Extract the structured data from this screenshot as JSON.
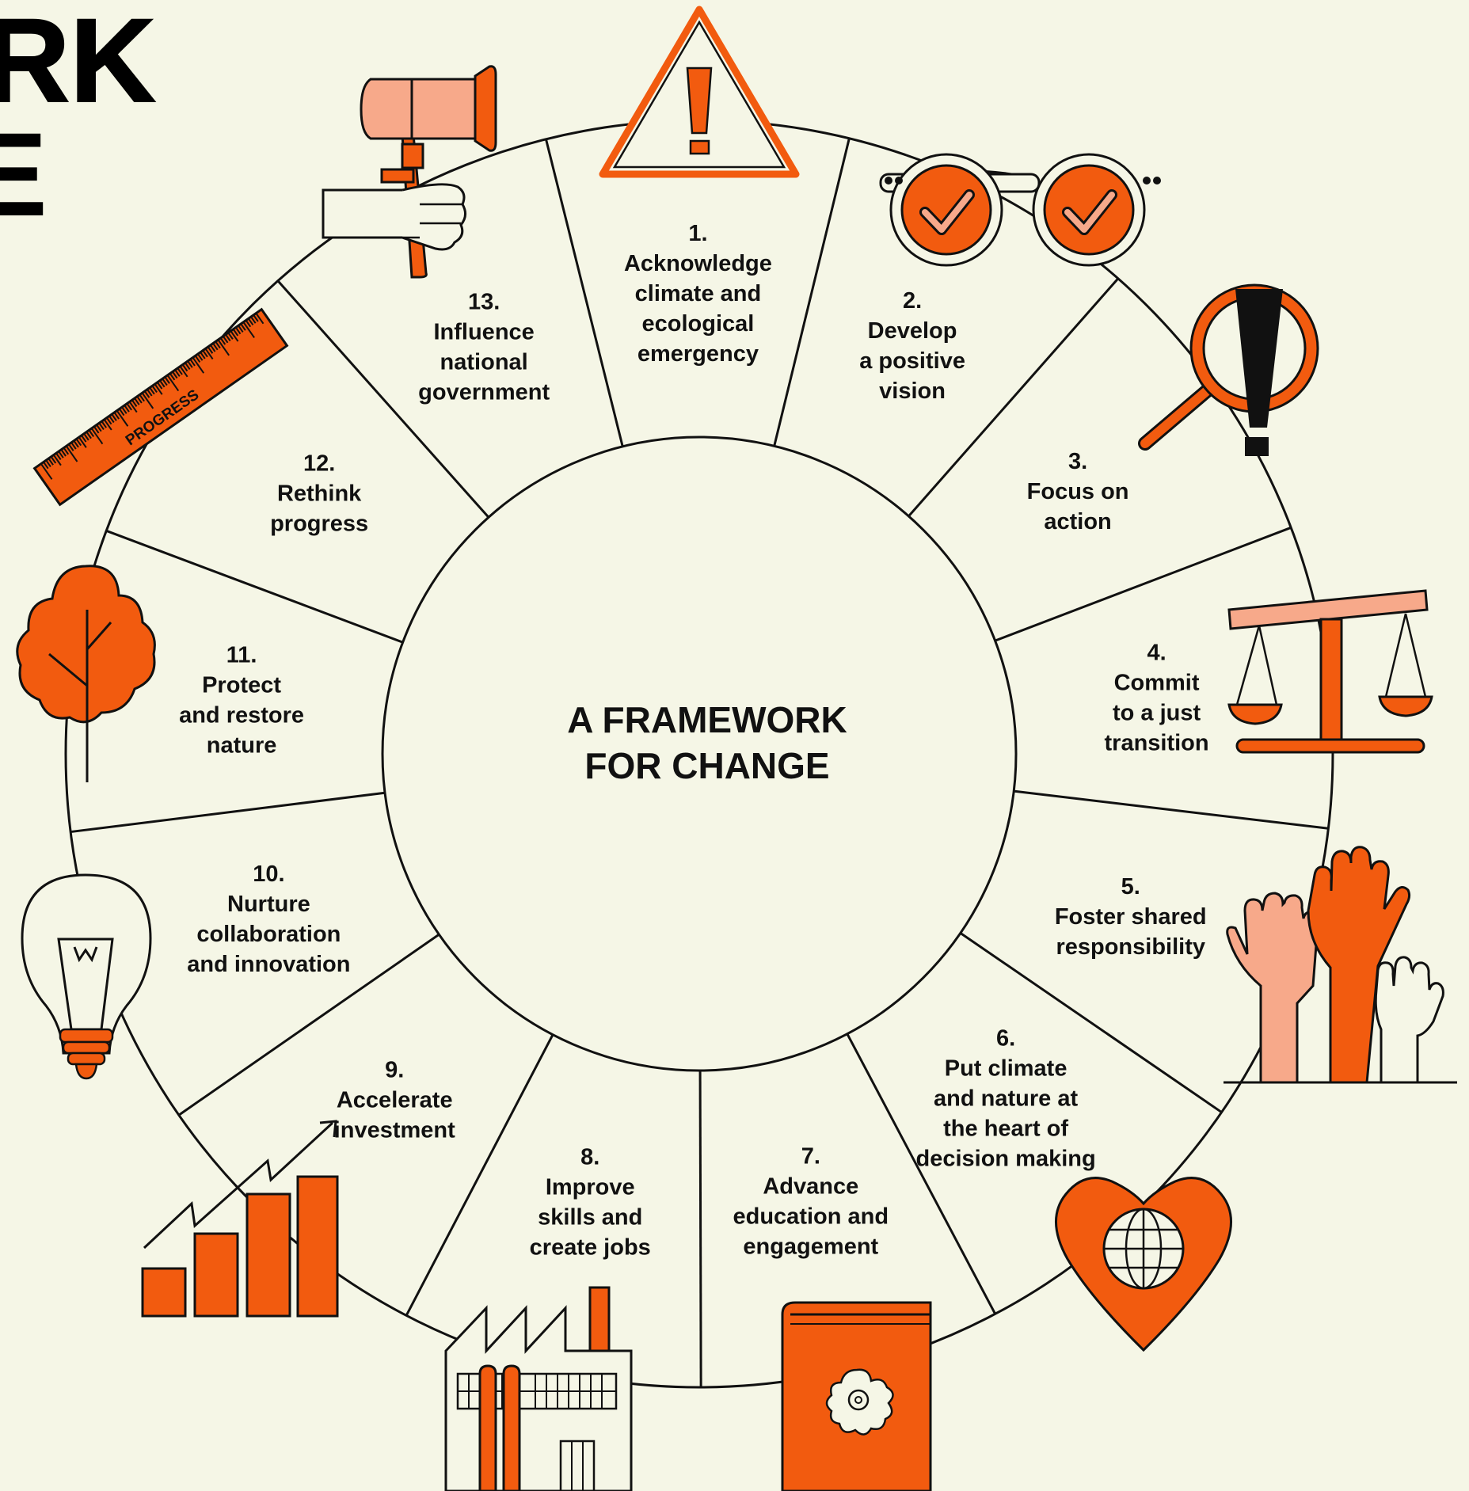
{
  "title_fragment": {
    "line1": "RK",
    "line2": "E"
  },
  "center": {
    "line1": "A FRAMEWORK",
    "line2": "FOR CHANGE"
  },
  "colors": {
    "background": "#f5f6e6",
    "accent": "#f25b0f",
    "accent_light": "#f7a98a",
    "ink": "#111111"
  },
  "segments": [
    {
      "num": "1.",
      "lines": [
        "Acknowledge",
        "climate and",
        "ecological",
        "emergency"
      ],
      "icon": "warning-triangle-icon"
    },
    {
      "num": "2.",
      "lines": [
        "Develop",
        "a positive",
        "vision"
      ],
      "icon": "glasses-icon"
    },
    {
      "num": "3.",
      "lines": [
        "Focus on",
        "action"
      ],
      "icon": "magnifier-icon"
    },
    {
      "num": "4.",
      "lines": [
        "Commit",
        "to a just",
        "transition"
      ],
      "icon": "scales-icon"
    },
    {
      "num": "5.",
      "lines": [
        "Foster shared",
        "responsibility"
      ],
      "icon": "raised-hands-icon"
    },
    {
      "num": "6.",
      "lines": [
        "Put climate",
        "and nature at",
        "the heart of",
        "decision making"
      ],
      "icon": "heart-globe-icon"
    },
    {
      "num": "7.",
      "lines": [
        "Advance",
        "education and",
        "engagement"
      ],
      "icon": "book-icon"
    },
    {
      "num": "8.",
      "lines": [
        "Improve",
        "skills and",
        "create jobs"
      ],
      "icon": "factory-icon"
    },
    {
      "num": "9.",
      "lines": [
        "Accelerate",
        "investment"
      ],
      "icon": "bar-chart-icon"
    },
    {
      "num": "10.",
      "lines": [
        "Nurture",
        "collaboration",
        "and innovation"
      ],
      "icon": "lightbulb-icon"
    },
    {
      "num": "11.",
      "lines": [
        "Protect",
        "and restore",
        "nature"
      ],
      "icon": "tree-icon"
    },
    {
      "num": "12.",
      "lines": [
        "Rethink",
        "progress"
      ],
      "icon": "ruler-icon"
    },
    {
      "num": "13.",
      "lines": [
        "Influence",
        "national",
        "government"
      ],
      "icon": "megaphone-icon"
    }
  ],
  "ruler_label": "PROGRESS"
}
